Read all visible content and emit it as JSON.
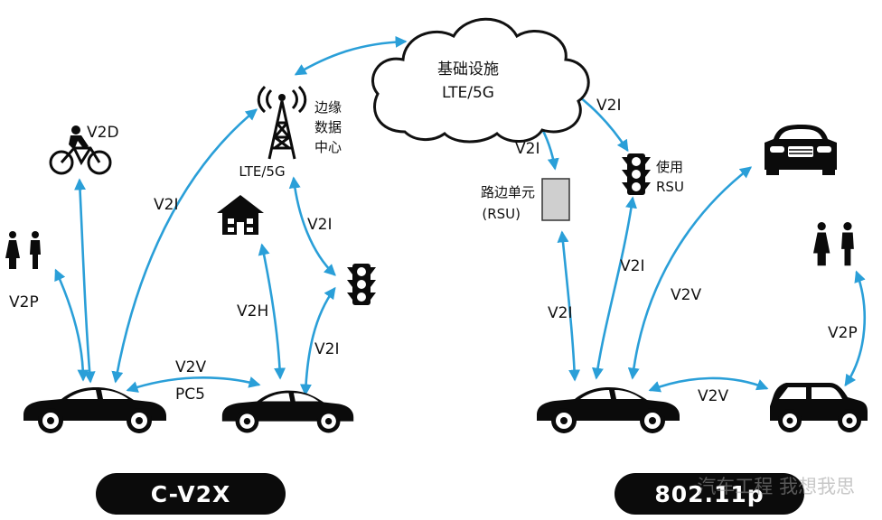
{
  "left_panel": {
    "pill_label": "C-V2X",
    "tower": {
      "caption": "LTE/5G",
      "side_label_lines": [
        "边缘",
        "数据",
        "中心"
      ]
    },
    "labels": {
      "v2d": "V2D",
      "v2p": "V2P",
      "v2i_tower": "V2I",
      "v2i_right": "V2I",
      "v2i_lower": "V2I",
      "v2h": "V2H",
      "v2v": "V2V",
      "pc5": "PC5"
    }
  },
  "right_panel": {
    "pill_label": "802.11p",
    "cloud": {
      "line1": "基础设施",
      "line2": "LTE/5G"
    },
    "rsu_box_label_lines": [
      "路边单元",
      "(RSU)"
    ],
    "traffic_light_label_lines": [
      "使用",
      "RSU"
    ],
    "labels": {
      "v2i_cloud_rsu": "V2I",
      "v2i_cloud_light": "V2I",
      "v2i_car_rsu": "V2I",
      "v2i_car_light": "V2I",
      "v2v_diag": "V2V",
      "v2v_bottom": "V2V",
      "v2p": "V2P"
    }
  },
  "watermark": "汽车工程  我想我思",
  "colors": {
    "arrow": "#2a9fd8",
    "icon": "#0b0b0b",
    "pill_bg": "#0b0b0b"
  }
}
